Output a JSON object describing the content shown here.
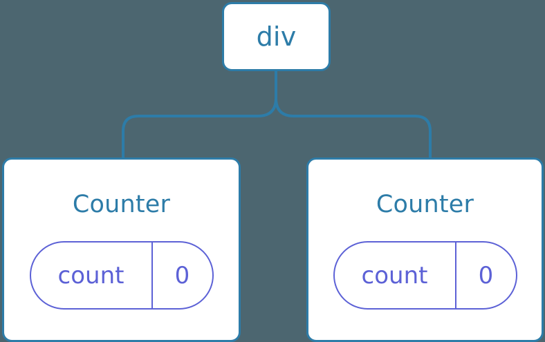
{
  "diagram": {
    "type": "component-tree",
    "background_color": "#4c6670",
    "node_border_color": "#2d7ca8",
    "node_text_color": "#2d7ca8",
    "state_pill_color": "#5c61d6",
    "edge_color": "#2d7ca8",
    "root": {
      "label": "div"
    },
    "children": [
      {
        "label": "Counter",
        "state": {
          "key": "count",
          "value": "0"
        }
      },
      {
        "label": "Counter",
        "state": {
          "key": "count",
          "value": "0"
        }
      }
    ]
  }
}
